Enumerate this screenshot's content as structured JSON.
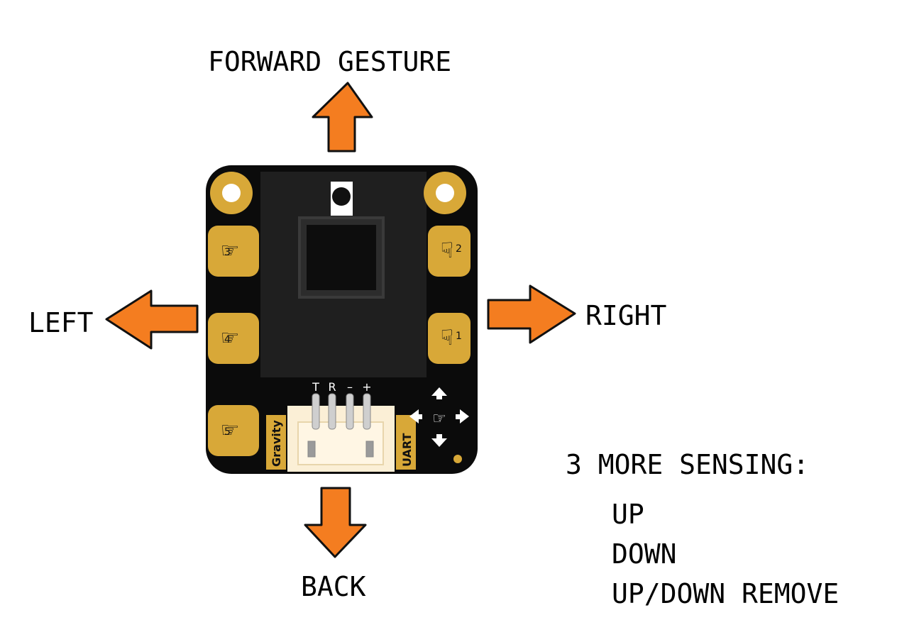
{
  "labels": {
    "forward": "FORWARD GESTURE",
    "left": "LEFT",
    "right": "RIGHT",
    "back": "BACK",
    "more_sensing_title": "3 MORE SENSING:"
  },
  "more_sensing": [
    "UP",
    "DOWN",
    "UP/DOWN REMOVE"
  ],
  "board": {
    "pin_labels": [
      "T",
      "R",
      "–",
      "+"
    ],
    "pad_numbers": [
      "3",
      "4",
      "5",
      "2",
      "1"
    ],
    "left_silk": "Gravity",
    "right_silk": "UART"
  },
  "colors": {
    "arrow_fill": "#f47d20",
    "arrow_stroke": "#111111",
    "board": "#0b0b0b",
    "gold": "#d8a838",
    "sensor_window": "#1f1f1f",
    "connector": "#fbefd6"
  },
  "icons": [
    "up-arrow-icon",
    "down-arrow-icon",
    "left-arrow-icon",
    "right-arrow-icon",
    "pointing-hand-icon"
  ]
}
